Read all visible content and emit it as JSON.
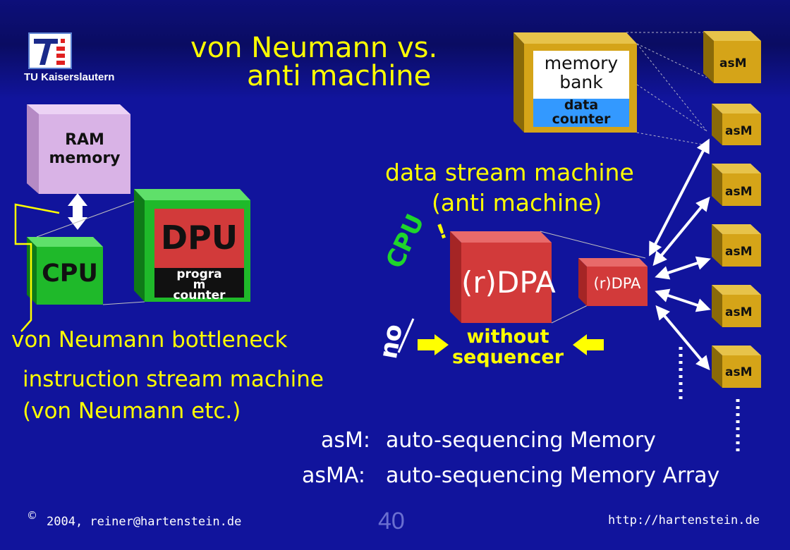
{
  "header": {
    "title_line1": "von Neumann vs.",
    "title_line2": "anti machine",
    "logo_label": "TU Kaiserslautern"
  },
  "left": {
    "ram_line1": "RAM",
    "ram_line2": "memory",
    "cpu": "CPU",
    "dpu": "DPU",
    "progra": "progra",
    "m": "m",
    "counter": "counter",
    "bottleneck": "von Neumann bottleneck",
    "isa_line1": "instruction stream machine",
    "isa_line2": "(von Neumann etc.)"
  },
  "right": {
    "memory_bank_line1": "memory",
    "memory_bank_line2": "bank",
    "data_counter_line1": "data",
    "data_counter_line2": "counter",
    "asm_label": "asM",
    "asm_items": [
      "asM",
      "asM",
      "asM",
      "asM",
      "asM",
      "asM"
    ],
    "dsm_line1": "data stream machine",
    "dsm_line2": "(anti machine)",
    "rdpa_big": "(r)DPA",
    "rdpa_small": "(r)DPA",
    "cpu_rotated": "CPU",
    "exclaim": "!",
    "no": "no",
    "without_line1": "without",
    "without_line2": "sequencer"
  },
  "legend": {
    "asm_key": "asM:",
    "asm_value": "auto-sequencing Memory",
    "asma_key": "asMA:",
    "asma_value": "auto-sequencing Memory Array"
  },
  "footer": {
    "copyright": "©",
    "left": "2004, reiner@hartenstein.de",
    "page": "40",
    "right": "http://hartenstein.de"
  },
  "colors": {
    "background": "#11149c",
    "text_yellow": "#ffff00",
    "ram": "#d9b3e6",
    "cpu": "#1fb92a",
    "dpu": "#d23a3a",
    "asm": "#d5a418",
    "data_counter": "#3399ff"
  }
}
